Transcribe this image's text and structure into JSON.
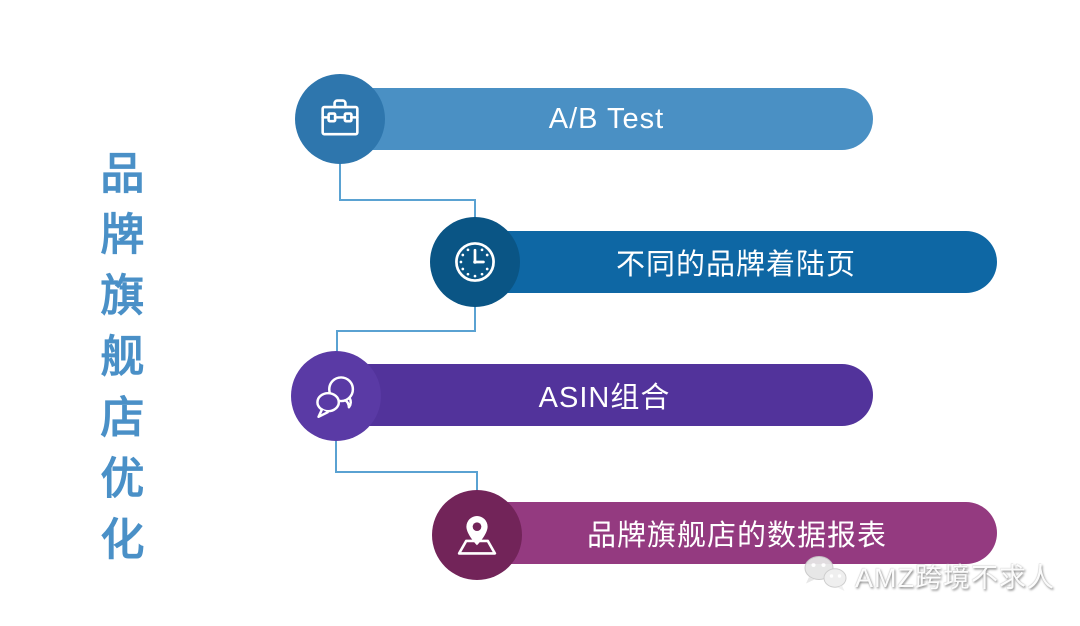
{
  "title": {
    "text": "品牌旗舰店优化",
    "color": "#4a90c7"
  },
  "rows": [
    {
      "label": "A/B Test",
      "icon": "toolbox-icon",
      "bar_color": "#4a90c4",
      "circle_color": "#2e76ad"
    },
    {
      "label": "不同的品牌着陆页",
      "icon": "clock-icon",
      "bar_color": "#0e67a4",
      "circle_color": "#0a5585"
    },
    {
      "label": "ASIN组合",
      "icon": "chat-bubbles-icon",
      "bar_color": "#52339b",
      "circle_color": "#5a3aa5"
    },
    {
      "label": "品牌旗舰店的数据报表",
      "icon": "map-pin-icon",
      "bar_color": "#943a80",
      "circle_color": "#722459"
    }
  ],
  "connectors": {
    "color": "#5aa2d2"
  },
  "labels": {
    "text_color": "#ffffff"
  },
  "watermark": {
    "text": "AMZ跨境不求人",
    "icon": "wechat-icon"
  }
}
